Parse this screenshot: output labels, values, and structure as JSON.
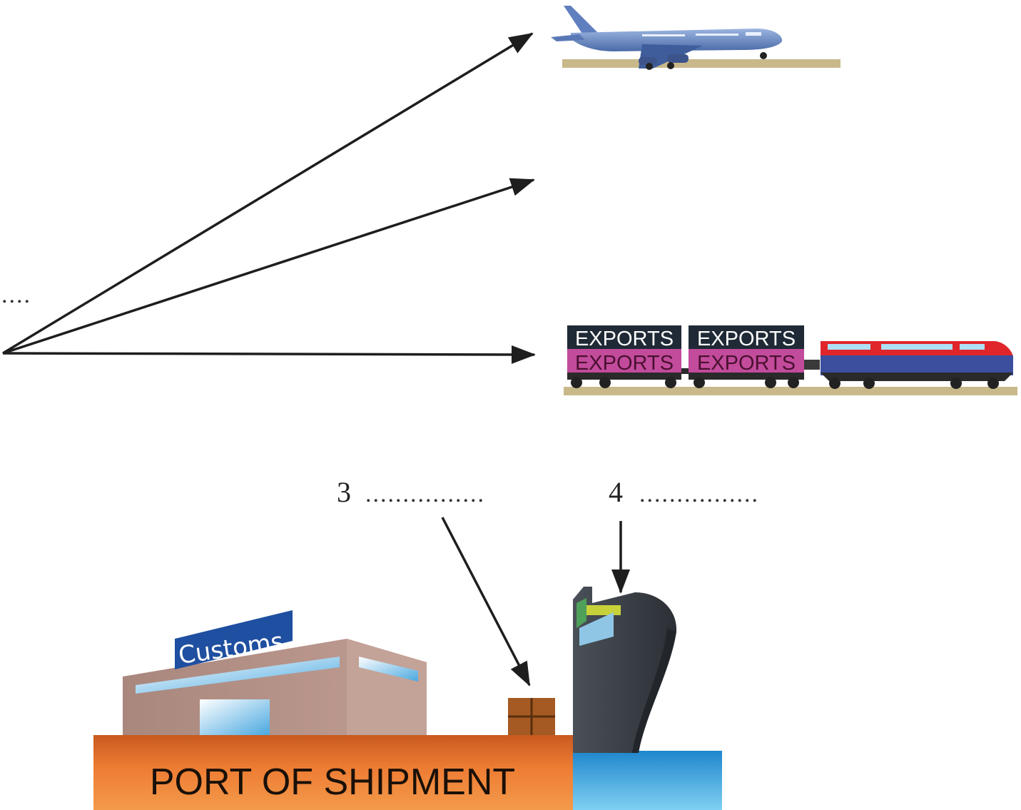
{
  "blanks": {
    "left_dots": "....",
    "item3": {
      "number": "3",
      "dots": "................"
    },
    "item4": {
      "number": "4",
      "dots": "................"
    }
  },
  "train": {
    "wagon1_top": "EXPORTS",
    "wagon1_bottom": "EXPORTS",
    "wagon2_top": "EXPORTS",
    "wagon2_bottom": "EXPORTS"
  },
  "customs_sign": "Customs",
  "port_label": "PORT OF SHIPMENT",
  "icons": [
    "airplane-icon",
    "train-icon",
    "ship-icon",
    "customs-building-icon",
    "cargo-boxes-icon"
  ],
  "colors": {
    "arrow": "#1e1e1e",
    "ground": "#c9b98a",
    "plane": "#6f8fc7",
    "wagon_top": "#1f2a36",
    "wagon_bottom": "#c24b9c",
    "locomotive_red": "#e0262b",
    "locomotive_blue": "#3c4e9e",
    "sign_blue": "#1f4fa0",
    "building": "#b08f85",
    "dock": "#e06a2a",
    "water": "#3fa6dc",
    "ship": "#3b4046"
  }
}
